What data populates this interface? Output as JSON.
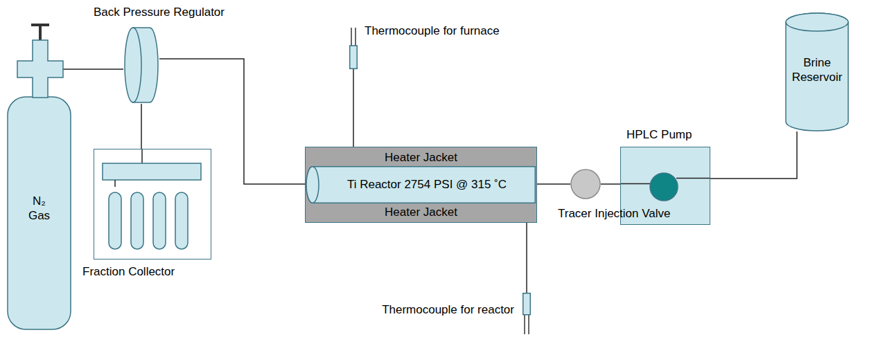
{
  "diagram": {
    "nodes": [
      {
        "text": [
          "Back Pressure Regulator"
        ]
      },
      {
        "text": [
          "N₂ Gas"
        ]
      },
      {
        "text": [
          "Fraction Collector"
        ]
      },
      {
        "text": [
          "Thermocouple for furnace"
        ]
      },
      {
        "text": [
          "Heater Jacket",
          "Heater Jacket"
        ]
      },
      {
        "text": [
          "Ti Reactor 2754 PSI @ 315 ˚C"
        ],
        "in": 4
      },
      {
        "text": [
          "Tracer Injection Valve"
        ]
      },
      {
        "text": [
          "HPLC Pump"
        ]
      },
      {
        "text": [
          "Brine Reservoir"
        ]
      },
      {
        "text": [
          "Thermocouple for reactor"
        ]
      }
    ],
    "edges": [
      {
        "from": 1,
        "to": 0,
        "arrow": "none"
      },
      {
        "from": 0,
        "to": 2,
        "arrow": "none"
      },
      {
        "from": 0,
        "to": 5,
        "arrow": "none"
      },
      {
        "from": 3,
        "to": 4,
        "arrow": "none"
      },
      {
        "from": 5,
        "to": 6,
        "arrow": "none"
      },
      {
        "from": 6,
        "to": 7,
        "arrow": "none"
      },
      {
        "from": 7,
        "to": 8,
        "arrow": "none"
      },
      {
        "from": 5,
        "to": 9,
        "arrow": "none"
      }
    ]
  }
}
